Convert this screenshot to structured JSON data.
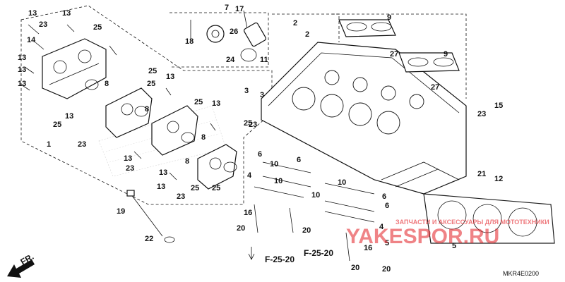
{
  "callouts": [
    "13",
    "23",
    "13",
    "14",
    "13",
    "25",
    "13",
    "13",
    "8",
    "1",
    "25",
    "13",
    "23",
    "8",
    "25",
    "25",
    "13",
    "25",
    "8",
    "13",
    "23",
    "13",
    "8",
    "25",
    "13",
    "23",
    "25",
    "13",
    "23",
    "25",
    "7",
    "26",
    "18",
    "17",
    "11",
    "24",
    "2",
    "2",
    "3",
    "3",
    "9",
    "27",
    "9",
    "27",
    "6",
    "4",
    "10",
    "6",
    "10",
    "16",
    "20",
    "20",
    "6",
    "10",
    "5",
    "4",
    "10",
    "6",
    "16",
    "20",
    "20",
    "15",
    "23",
    "21",
    "12",
    "19",
    "22",
    "5"
  ],
  "reference_labels": [
    "F-25-20",
    "F-25-20"
  ],
  "front_arrow_label": "FR.",
  "diagram_code": "MKR4E0200",
  "watermark": {
    "logo_text": "YAKESPOR.RU",
    "subtitle": "ЗАПЧАСТИ И АКСЕССУАРЫ ДЛЯ МОТОТЕХНИКИ",
    "color": "#e31e24"
  }
}
